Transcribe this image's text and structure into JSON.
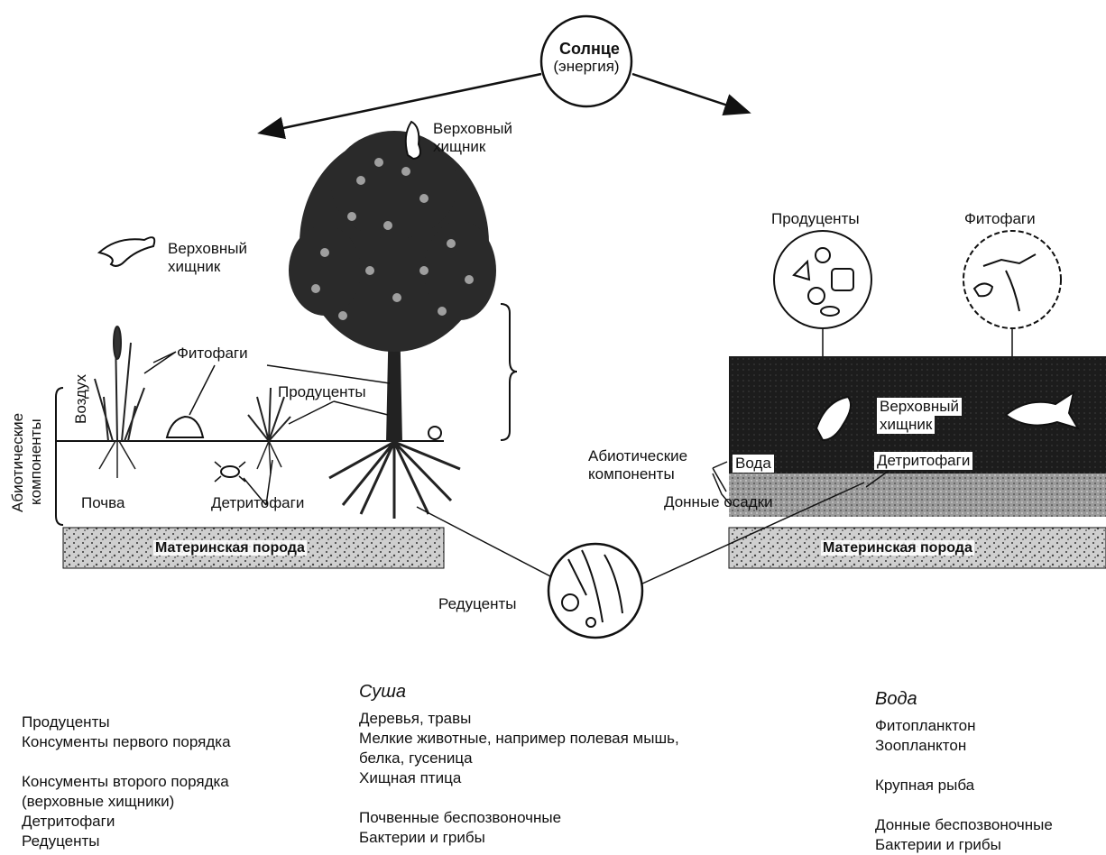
{
  "sun": {
    "title": "Солнце",
    "subtitle": "(энергия)"
  },
  "land": {
    "top_predator_tree": [
      "Верховный",
      "хищник"
    ],
    "top_predator_bird": [
      "Верховный",
      "хищник"
    ],
    "herbivores": "Фитофаги",
    "producers": "Продуценты",
    "detritivores": "Детритофаги",
    "soil": "Почва",
    "air": "Воздух",
    "abiotic": [
      "Абиотические",
      "компоненты"
    ],
    "bedrock": "Материнская порода"
  },
  "water": {
    "producers": "Продуценты",
    "herbivores": "Фитофаги",
    "top_predator": [
      "Верховный",
      "хищник"
    ],
    "detritivores": "Детритофаги",
    "abiotic": [
      "Абиотические",
      "компоненты"
    ],
    "water": "Вода",
    "sediments": "Донные осадки",
    "bedrock": "Материнская порода"
  },
  "decomposers": "Редуценты",
  "table": {
    "roles": [
      "Продуценты",
      "Консументы первого порядка",
      "",
      "Консументы второго порядка",
      "(верховные хищники)",
      "Детритофаги",
      "Редуценты"
    ],
    "land_header": "Суша",
    "land": [
      "Деревья, травы",
      "Мелкие животные, например полевая мышь,",
      "белка, гусеница",
      "Хищная птица",
      "",
      "Почвенные беспозвоночные",
      "Бактерии и грибы"
    ],
    "water_header": "Вода",
    "water": [
      "Фитопланктон",
      "Зоопланктон",
      "",
      "Крупная рыба",
      "",
      "Донные беспозвоночные",
      "Бактерии и грибы"
    ]
  }
}
